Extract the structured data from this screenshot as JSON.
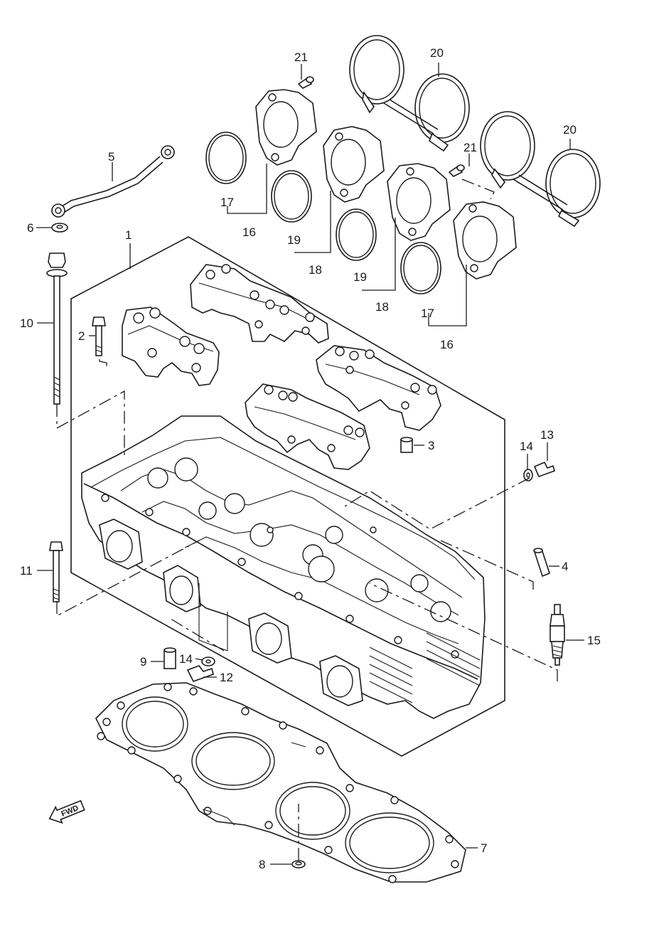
{
  "callouts": {
    "c1": "1",
    "c2": "2",
    "c3": "3",
    "c4": "4",
    "c5": "5",
    "c6": "6",
    "c7": "7",
    "c8": "8",
    "c9": "9",
    "c10": "10",
    "c11": "11",
    "c12": "12",
    "c13": "13",
    "c14a": "14",
    "c14b": "14",
    "c15": "15",
    "c16a": "16",
    "c16b": "16",
    "c17a": "17",
    "c17b": "17",
    "c18a": "18",
    "c18b": "18",
    "c19a": "19",
    "c19b": "19",
    "c20a": "20",
    "c20b": "20",
    "c21a": "21",
    "c21b": "21"
  },
  "fwd_label": "FWD"
}
